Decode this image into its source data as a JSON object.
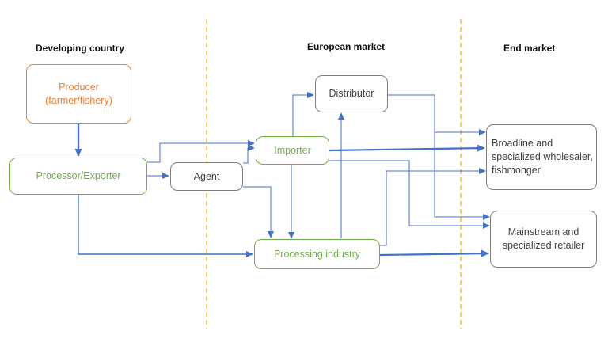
{
  "column_headers": {
    "developing": "Developing country",
    "european": "European market",
    "end": "End market"
  },
  "nodes": {
    "producer": {
      "line1": "Producer",
      "line2": "(farmer/fishery)"
    },
    "processor_exporter": "Processor/Exporter",
    "agent": "Agent",
    "importer": "Importer",
    "distributor": "Distributor",
    "processing_industry": "Processing industry",
    "broadline": {
      "line1": "Broadline and",
      "line2": "specialized wholesaler,",
      "line3": "fishmonger"
    },
    "mainstream": {
      "line1": "Mainstream and",
      "line2": "specialized retailer"
    }
  },
  "colors": {
    "arrow": "#4472C4",
    "divider": "#F5C242",
    "producer_border": "#ED7D31",
    "green_border": "#70AD47",
    "gray_border": "#7F7F7F"
  }
}
